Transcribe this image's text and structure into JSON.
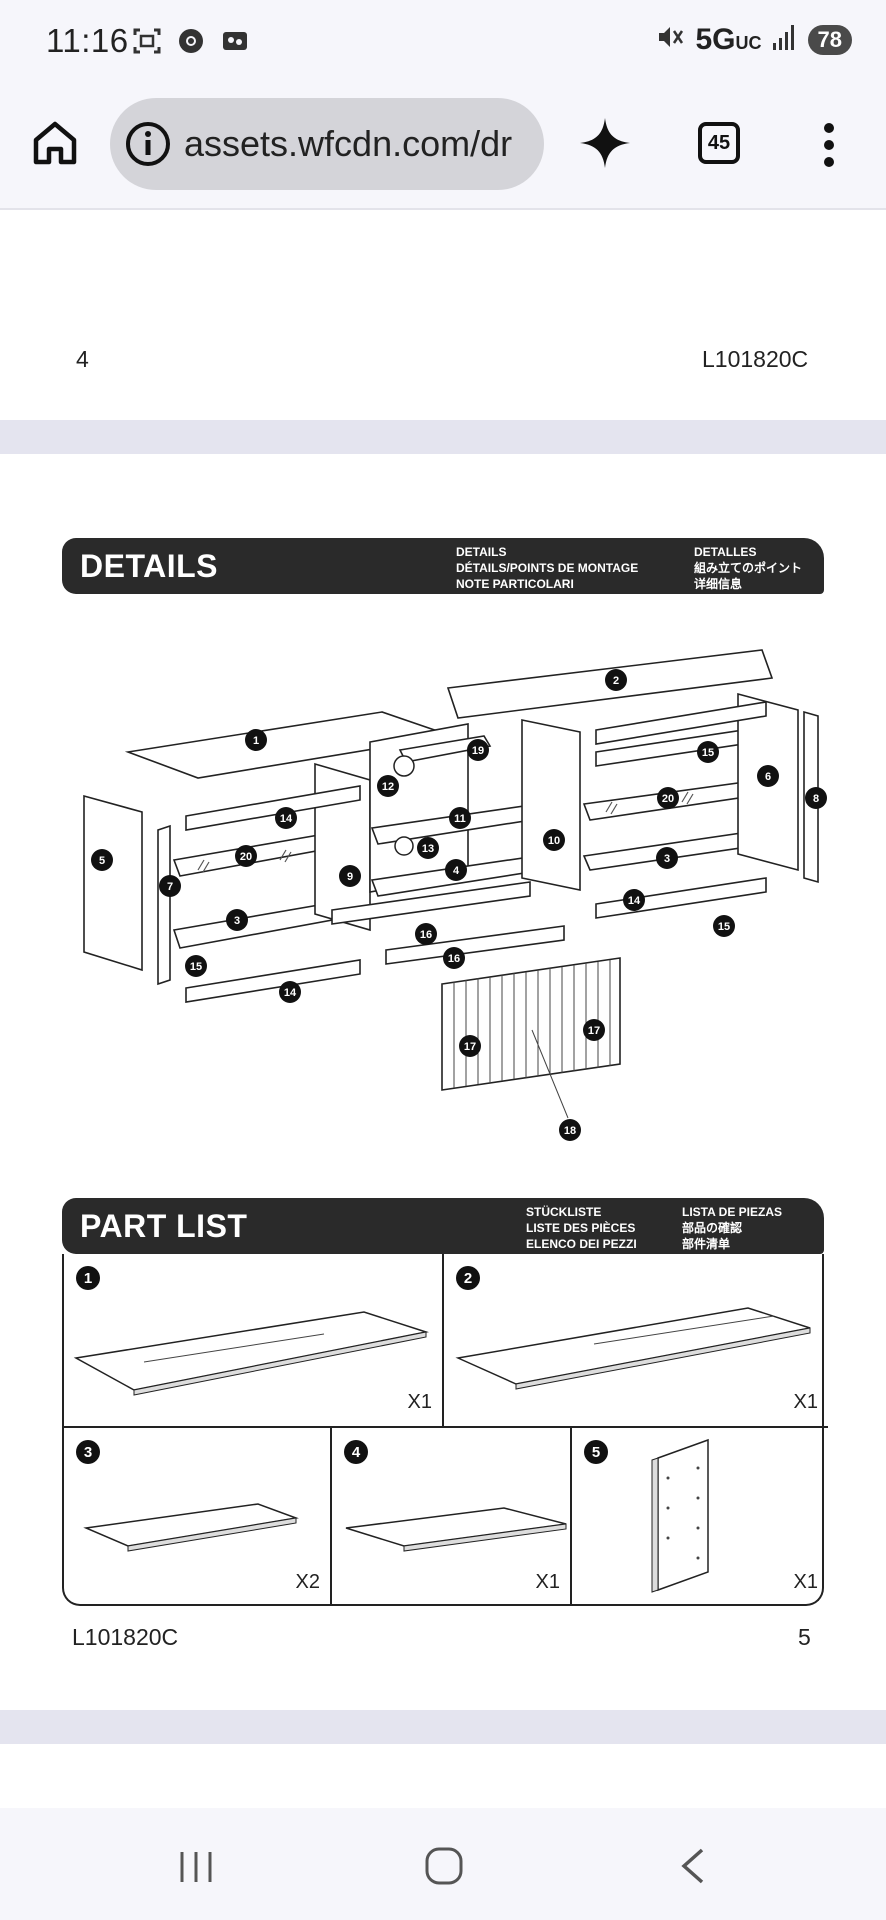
{
  "status_bar": {
    "time": "11:16",
    "network": "5G",
    "network_sub": "UC",
    "battery": "78"
  },
  "browser": {
    "url": "assets.wfcdn.com/dr",
    "tab_count": "45"
  },
  "previous_page": {
    "page_number": "4",
    "model_code": "L101820C"
  },
  "details_banner": {
    "title": "DETAILS",
    "col1": [
      "DETAILS",
      "DÉTAILS/POINTS DE MONTAGE",
      "NOTE PARTICOLARI"
    ],
    "col2": [
      "DETALLES",
      "組み立てのポイント",
      "详细信息"
    ]
  },
  "diagram_callouts": [
    "1",
    "2",
    "3",
    "3",
    "4",
    "5",
    "6",
    "7",
    "8",
    "9",
    "10",
    "11",
    "12",
    "13",
    "14",
    "14",
    "14",
    "15",
    "15",
    "15",
    "16",
    "16",
    "17",
    "17",
    "18",
    "19",
    "20",
    "20"
  ],
  "part_list_banner": {
    "title": "PART LIST",
    "col1": [
      "STÜCKLISTE",
      "LISTE DES PIÈCES",
      "ELENCO DEI PEZZI"
    ],
    "col2": [
      "LISTA DE PIEZAS",
      "部品の確認",
      "部件清单"
    ]
  },
  "parts": [
    {
      "number": "1",
      "quantity": "X1"
    },
    {
      "number": "2",
      "quantity": "X1"
    },
    {
      "number": "3",
      "quantity": "X2"
    },
    {
      "number": "4",
      "quantity": "X1"
    },
    {
      "number": "5",
      "quantity": "X1"
    }
  ],
  "current_page": {
    "model_code": "L101820C",
    "page_number": "5"
  }
}
